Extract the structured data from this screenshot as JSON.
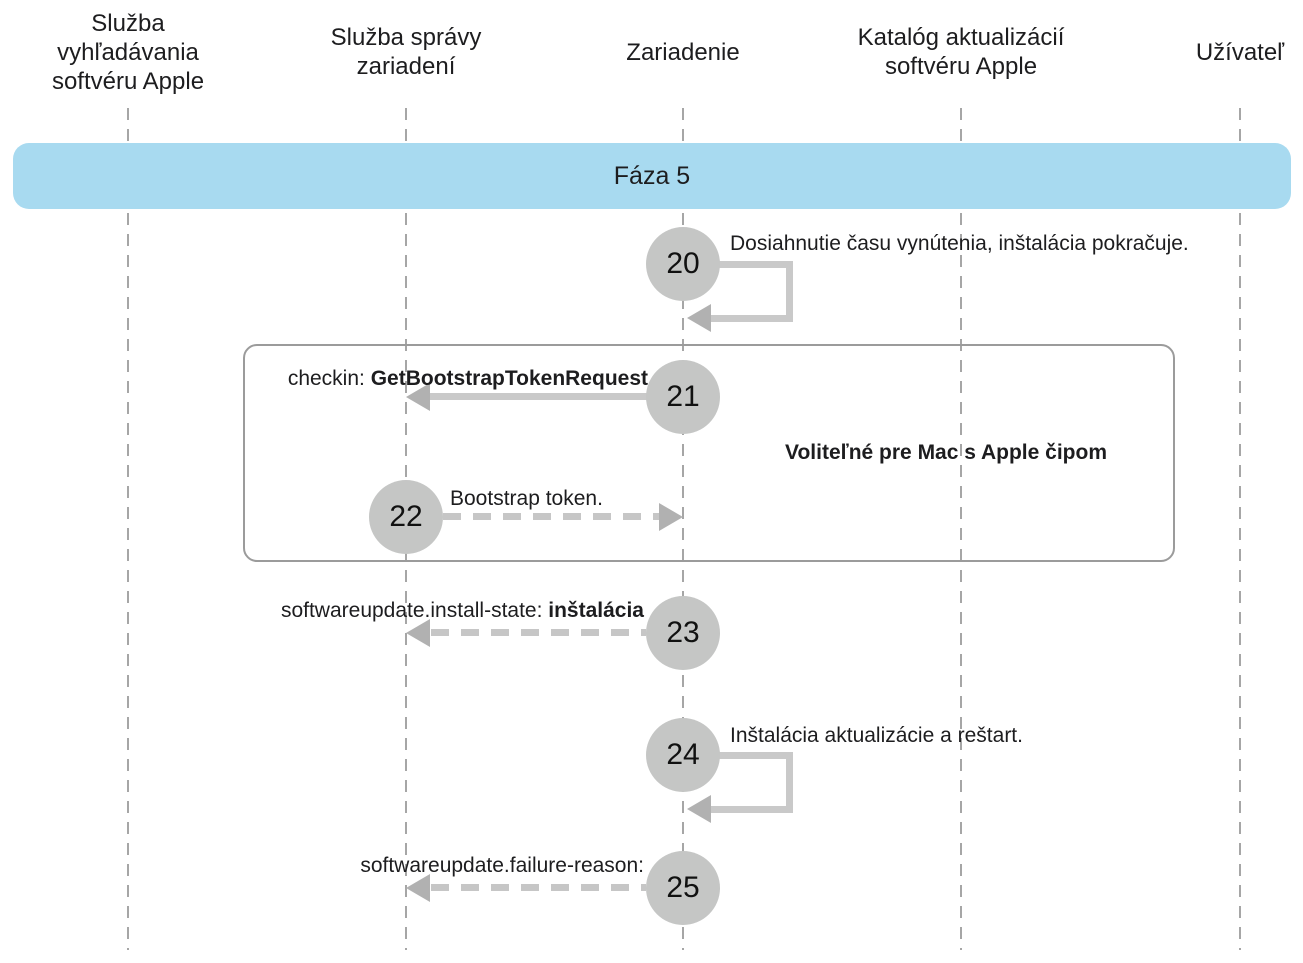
{
  "lifelines": [
    {
      "label": "Služba\nvyhľadávania\nsoftvéru Apple"
    },
    {
      "label": "Služba správy\nzariadení"
    },
    {
      "label": "Zariadenie"
    },
    {
      "label": "Katalóg aktualizácií\nsoftvéru Apple"
    },
    {
      "label": "Užívateľ"
    }
  ],
  "phase": {
    "label": "Fáza 5"
  },
  "optional_group": {
    "label": "Voliteľné pre Mac s Apple čipom"
  },
  "steps": [
    {
      "number": "20",
      "arrow": "self-loop",
      "text": "Dosiahnutie času vynútenia, inštalácia pokračuje."
    },
    {
      "number": "21",
      "arrow": "solid-left",
      "text_prefix": "checkin: ",
      "text_em": "GetBootstrapTokenRequest"
    },
    {
      "number": "22",
      "arrow": "dashed-right",
      "text": "Bootstrap token."
    },
    {
      "number": "23",
      "arrow": "dashed-left",
      "text_prefix": "softwareupdate.install-state: ",
      "text_em": "inštalácia"
    },
    {
      "number": "24",
      "arrow": "self-loop",
      "text": "Inštalácia aktualizácie a reštart."
    },
    {
      "number": "25",
      "arrow": "dashed-left",
      "text": "softwareupdate.failure-reason:"
    }
  ],
  "colors": {
    "phase_banner": "#a8daf0",
    "step_circle": "#c5c6c5",
    "arrow_line": "#c9c9c9",
    "arrowhead": "#b1b1b1",
    "lifeline": "#a6a6a6",
    "optional_box_border": "#9b9b9b",
    "text": "#1d1d1f"
  }
}
